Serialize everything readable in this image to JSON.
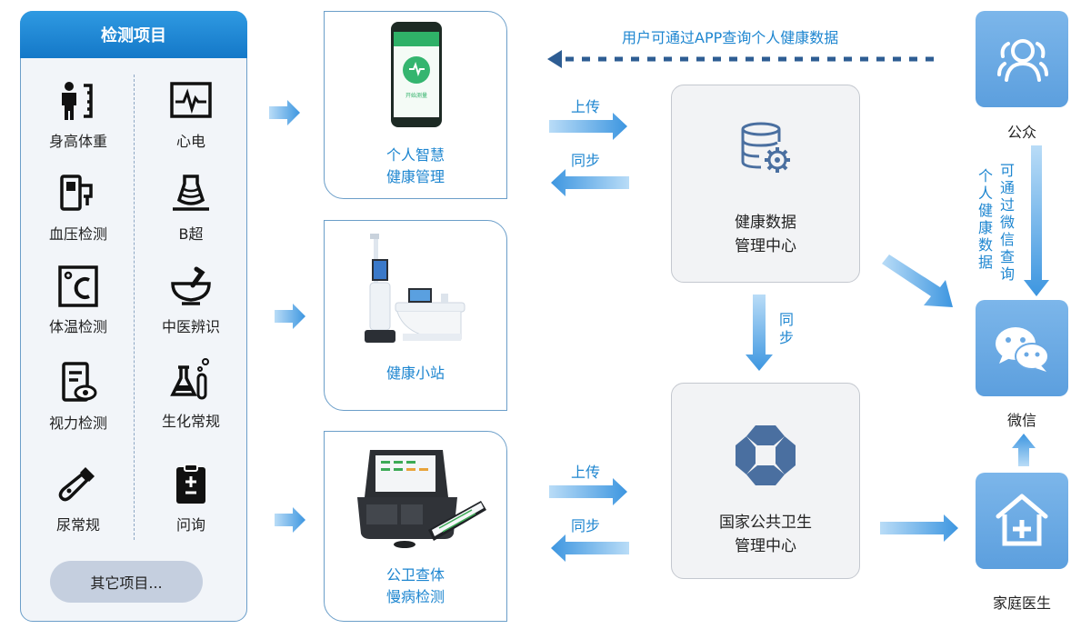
{
  "left_panel": {
    "title": "检测项目",
    "items": [
      {
        "label": "身高体重",
        "icon": "height-weight-icon"
      },
      {
        "label": "心电",
        "icon": "ecg-icon"
      },
      {
        "label": "血压检测",
        "icon": "blood-pressure-icon"
      },
      {
        "label": "B超",
        "icon": "ultrasound-icon"
      },
      {
        "label": "体温检测",
        "icon": "thermometer-celsius-icon"
      },
      {
        "label": "中医辨识",
        "icon": "mortar-pestle-icon"
      },
      {
        "label": "视力检测",
        "icon": "eye-document-icon"
      },
      {
        "label": "生化常规",
        "icon": "flask-icon"
      },
      {
        "label": "尿常规",
        "icon": "dropper-icon"
      },
      {
        "label": "问询",
        "icon": "clipboard-icon"
      }
    ],
    "more_button": "其它项目..."
  },
  "devices": [
    {
      "line1": "个人智慧",
      "line2": "健康管理"
    },
    {
      "line1": "健康小站",
      "line2": ""
    },
    {
      "line1": "公卫查体",
      "line2": "慢病检测"
    }
  ],
  "phone_screen_text": "开始测量",
  "flows": {
    "upload": "上传",
    "sync": "同步",
    "app_query": "用户可通过APP查询个人健康数据",
    "vertical_sync": "同步",
    "wechat_query_col1": "可通过微信查询",
    "wechat_query_col2": "个人健康数据"
  },
  "centers": {
    "health_data": {
      "line1": "健康数据",
      "line2": "管理中心"
    },
    "public_health": {
      "line1": "国家公共卫生",
      "line2": "管理中心"
    }
  },
  "right": {
    "public": "公众",
    "wechat": "微信",
    "family_doctor": "家庭医生"
  },
  "colors": {
    "accent": "#1e86d0",
    "tile": "#6aa9e4",
    "header": "#1f86d4"
  }
}
